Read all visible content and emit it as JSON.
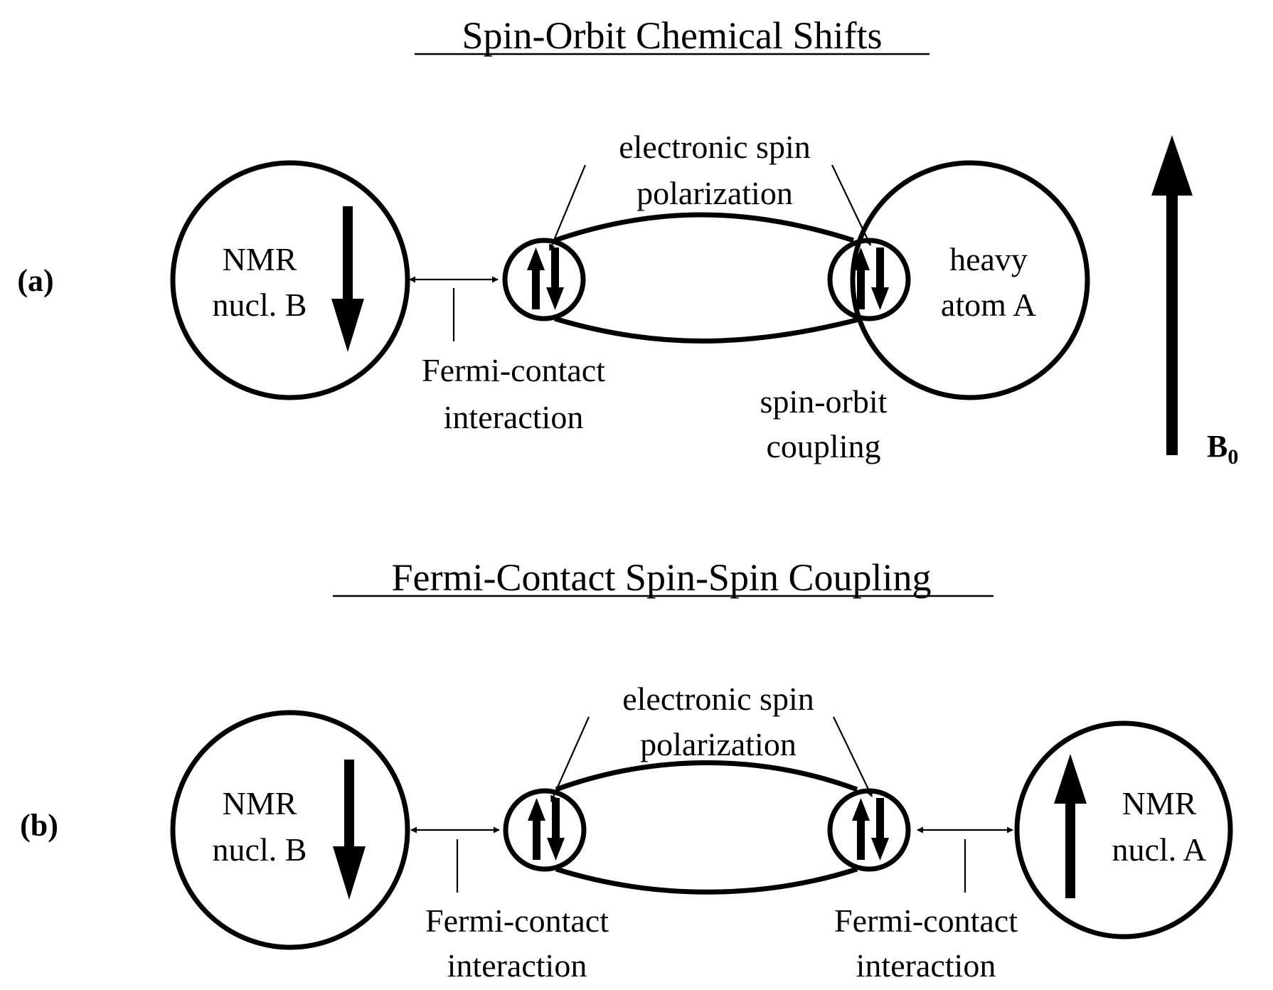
{
  "section_a": {
    "title": "Spin-Orbit Chemical Shifts",
    "panel_label": "(a)",
    "nucleus_b": [
      "NMR",
      "nucl. B"
    ],
    "heavy_atom": [
      "heavy",
      "atom A"
    ],
    "spin_polarization_label": [
      "electronic spin",
      "polarization"
    ],
    "fermi_contact_label": [
      "Fermi-contact",
      "interaction"
    ],
    "spin_orbit_label": [
      "spin-orbit",
      "coupling"
    ],
    "field_label": "B",
    "field_subscript": "0"
  },
  "section_b": {
    "title": "Fermi-Contact Spin-Spin Coupling",
    "panel_label": "(b)",
    "nucleus_b": [
      "NMR",
      "nucl. B"
    ],
    "nucleus_a": [
      "NMR",
      "nucl. A"
    ],
    "spin_polarization_label": [
      "electronic spin",
      "polarization"
    ],
    "fermi_contact_left_label": [
      "Fermi-contact",
      "interaction"
    ],
    "fermi_contact_right_label": [
      "Fermi-contact",
      "interaction"
    ]
  },
  "icons": {
    "nuclear_spin_down": "arrow-down-icon",
    "nuclear_spin_up": "arrow-up-icon",
    "electron_pair": "up-down-arrows-icon",
    "magnetic_field": "arrow-up-icon",
    "interaction": "double-headed-arrow-icon"
  }
}
